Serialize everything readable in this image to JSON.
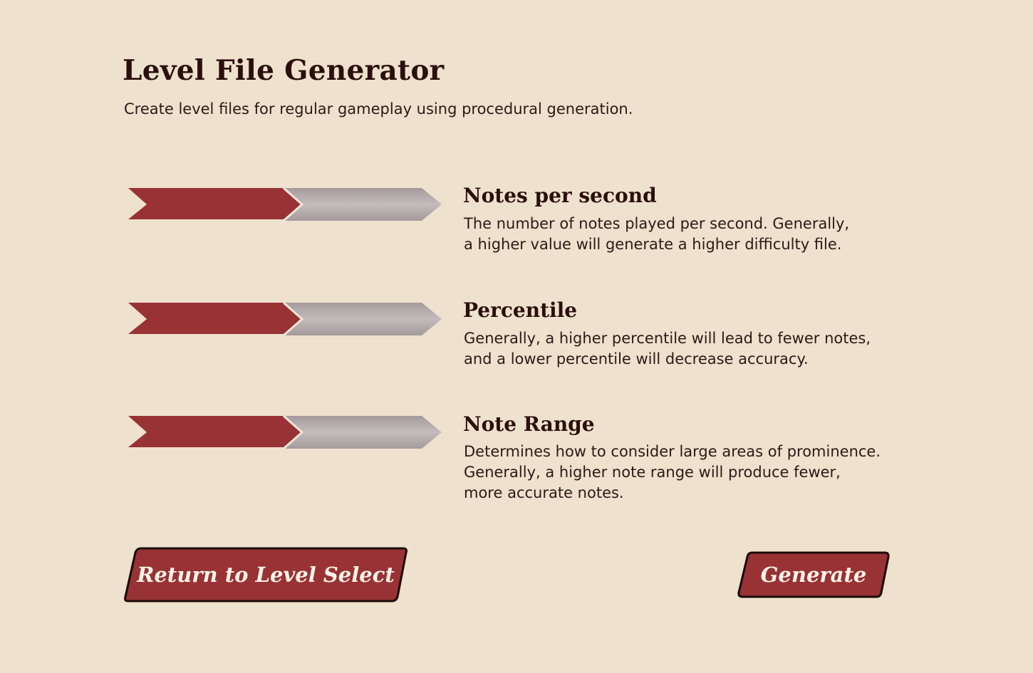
{
  "header": {
    "title": "Level File Generator",
    "subtitle": "Create level files for regular gameplay using procedural generation."
  },
  "parameters": [
    {
      "title": "Notes per second",
      "desc_lines": [
        "The number of notes played per second. Generally,",
        "a higher value will generate a higher difficulty file."
      ],
      "fill_fraction": 0.5
    },
    {
      "title": "Percentile",
      "desc_lines": [
        "Generally, a higher percentile will lead to fewer notes,",
        "and a lower percentile will decrease accuracy."
      ],
      "fill_fraction": 0.5
    },
    {
      "title": "Note Range",
      "desc_lines": [
        "Determines how to consider large areas of prominence.",
        "Generally, a higher note range will produce fewer,",
        "more accurate notes."
      ],
      "fill_fraction": 0.5
    }
  ],
  "buttons": {
    "return_label": "Return to Level Select",
    "generate_label": "Generate"
  },
  "colors": {
    "background": "#eee1cd",
    "accent_red": "#983234",
    "slider_empty": "#bcb0b0",
    "text_dark": "#2b0f0c"
  }
}
